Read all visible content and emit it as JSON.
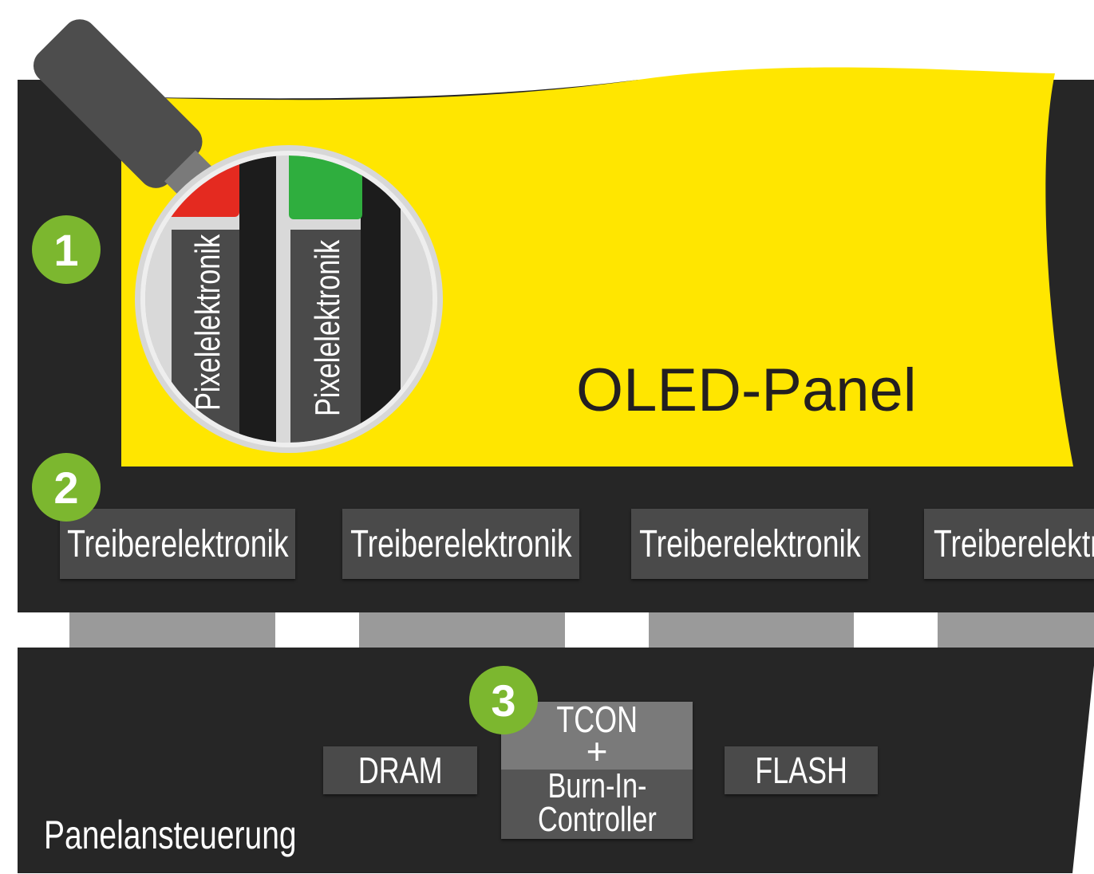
{
  "panel": {
    "title": "OLED-Panel"
  },
  "pixel_labels": [
    "Pixelelektronik",
    "Pixelelektronik"
  ],
  "badges": [
    "1",
    "2",
    "3"
  ],
  "driver_labels": [
    "Treiberelektronik",
    "Treiberelektronik",
    "Treiberelektronik",
    "Treiberelektr"
  ],
  "control": {
    "title": "Panelansteuerung",
    "dram": "DRAM",
    "tcon_top": "TCON",
    "tcon_plus": "+",
    "tcon_bottom_1": "Burn-In-",
    "tcon_bottom_2": "Controller",
    "flash": "FLASH"
  },
  "colors": {
    "panel": "#ffe600",
    "frame": "#262626",
    "badge": "#7cb72f",
    "red": "#e42a20",
    "green": "#2fae3e"
  }
}
